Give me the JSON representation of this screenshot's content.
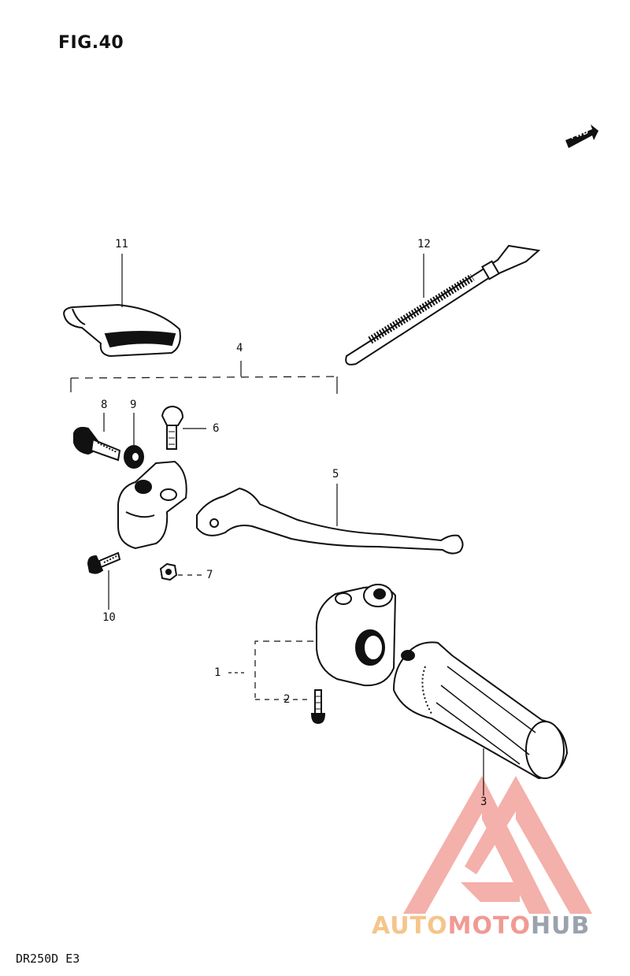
{
  "figure": {
    "title": "FIG.40",
    "model_code": "DR250D E3",
    "direction_label": "FWD"
  },
  "callouts": [
    {
      "id": "c1",
      "label": "1"
    },
    {
      "id": "c2",
      "label": "2"
    },
    {
      "id": "c3",
      "label": "3"
    },
    {
      "id": "c4",
      "label": "4"
    },
    {
      "id": "c5",
      "label": "5"
    },
    {
      "id": "c6",
      "label": "6"
    },
    {
      "id": "c7",
      "label": "7"
    },
    {
      "id": "c8",
      "label": "8"
    },
    {
      "id": "c9",
      "label": "9"
    },
    {
      "id": "c10",
      "label": "10"
    },
    {
      "id": "c11",
      "label": "11"
    },
    {
      "id": "c12",
      "label": "12"
    }
  ],
  "watermark": {
    "part1": "AUTO",
    "part2": "MOTO",
    "part3": "HUB",
    "colors": {
      "auto": "#f5c58b",
      "moto": "#f09a93",
      "hub": "#9aa2ad",
      "logo": "#f3a39c"
    }
  }
}
